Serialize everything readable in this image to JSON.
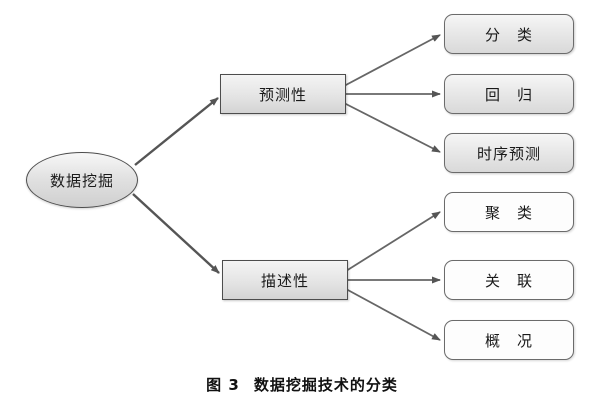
{
  "figure": {
    "caption_label": "图 3",
    "caption_text": "数据挖掘技术的分类"
  },
  "diagram": {
    "type": "tree",
    "root": {
      "label": "数据挖掘",
      "shape": "ellipse"
    },
    "branches": [
      {
        "label": "预测性",
        "shape": "rectangle",
        "children": [
          {
            "label": "分　类",
            "shape": "rounded-rectangle"
          },
          {
            "label": "回　归",
            "shape": "rounded-rectangle"
          },
          {
            "label": "时序预测",
            "shape": "rounded-rectangle"
          }
        ]
      },
      {
        "label": "描述性",
        "shape": "rectangle",
        "children": [
          {
            "label": "聚　类",
            "shape": "rounded-rectangle"
          },
          {
            "label": "关　联",
            "shape": "rounded-rectangle"
          },
          {
            "label": "概　况",
            "shape": "rounded-rectangle"
          }
        ]
      }
    ]
  },
  "colors": {
    "stroke": "#4d4d4d",
    "arrow": "#555555",
    "node_fill_light": "#f4f4f4",
    "node_fill_dark": "#d4d4d4",
    "text": "#1a1a1a",
    "background": "#ffffff"
  }
}
